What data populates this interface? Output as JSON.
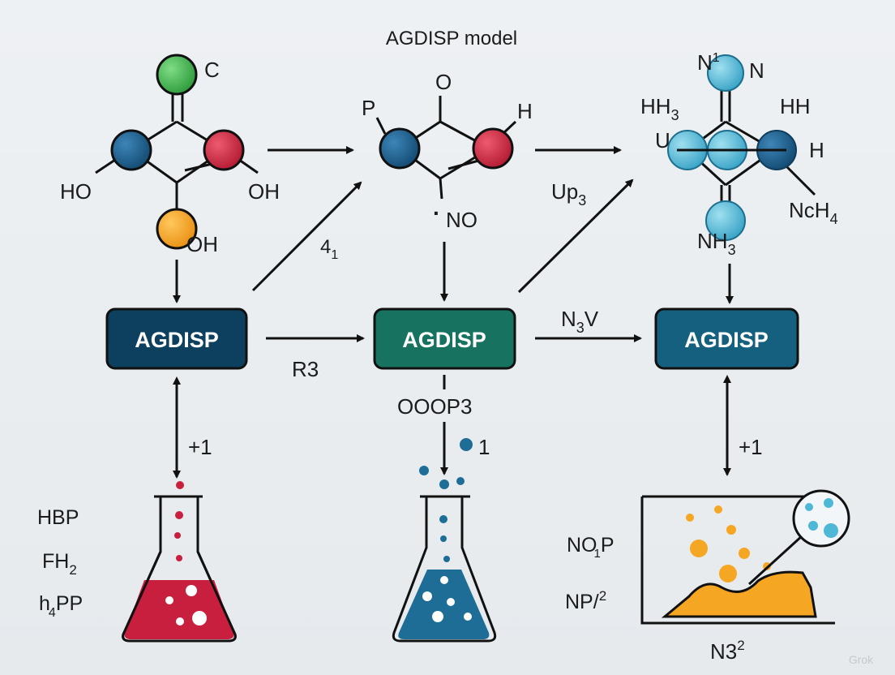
{
  "title": "AGDISP model",
  "colors": {
    "box_left": "#0d3f5e",
    "box_mid": "#17725f",
    "box_right": "#16607f",
    "atom_green": "#3fae49",
    "atom_navy": "#1b5a86",
    "atom_red": "#c9223b",
    "atom_orange": "#f4a223",
    "atom_cyan": "#4fb8d6",
    "liquid_red": "#c71f3d",
    "liquid_blue": "#1d6d96",
    "area_orange": "#f5a623"
  },
  "molecule_left": {
    "top": "C",
    "left": "HO",
    "right": "OH",
    "bottom": "OH"
  },
  "molecule_mid": {
    "top": "O",
    "left": "P",
    "right": "H",
    "bottom": "NO",
    "dot": "·"
  },
  "molecule_right": {
    "top_n1": "N",
    "top_n1_sup": "1",
    "top_n2": "N",
    "hh3": "HH",
    "hh3_sub": "3",
    "u": "U",
    "hh": "HH",
    "h": "H",
    "nch4": "NcH",
    "nch4_sub": "4",
    "nh3": "NH",
    "nh3_sub": "3"
  },
  "boxes": {
    "left": "AGDISP",
    "mid": "AGDISP",
    "right": "AGDISP"
  },
  "arrow_labels": {
    "diag1": "4",
    "diag1_sub": "1",
    "up3": "Up",
    "up3_sub": "3",
    "r3": "R3",
    "n3v_a": "N",
    "n3v_sub": "3",
    "n3v_b": "V",
    "oop3": "OOOP3",
    "one": "1",
    "plus_left": "+1",
    "plus_right": "+1"
  },
  "flask_left_labels": {
    "hbp": "HBP",
    "fh2": "FH",
    "fh2_sub": "2",
    "hpp_h": "h",
    "hpp_sub": "4",
    "hpp_rest": "PP"
  },
  "plot_labels": {
    "nop": "NO",
    "nop_sub": "1",
    "nop_rest": "P",
    "np2": "NP/",
    "np2_sup": "2",
    "n32": "N3",
    "n32_sup": "2"
  },
  "watermark": "Grok"
}
